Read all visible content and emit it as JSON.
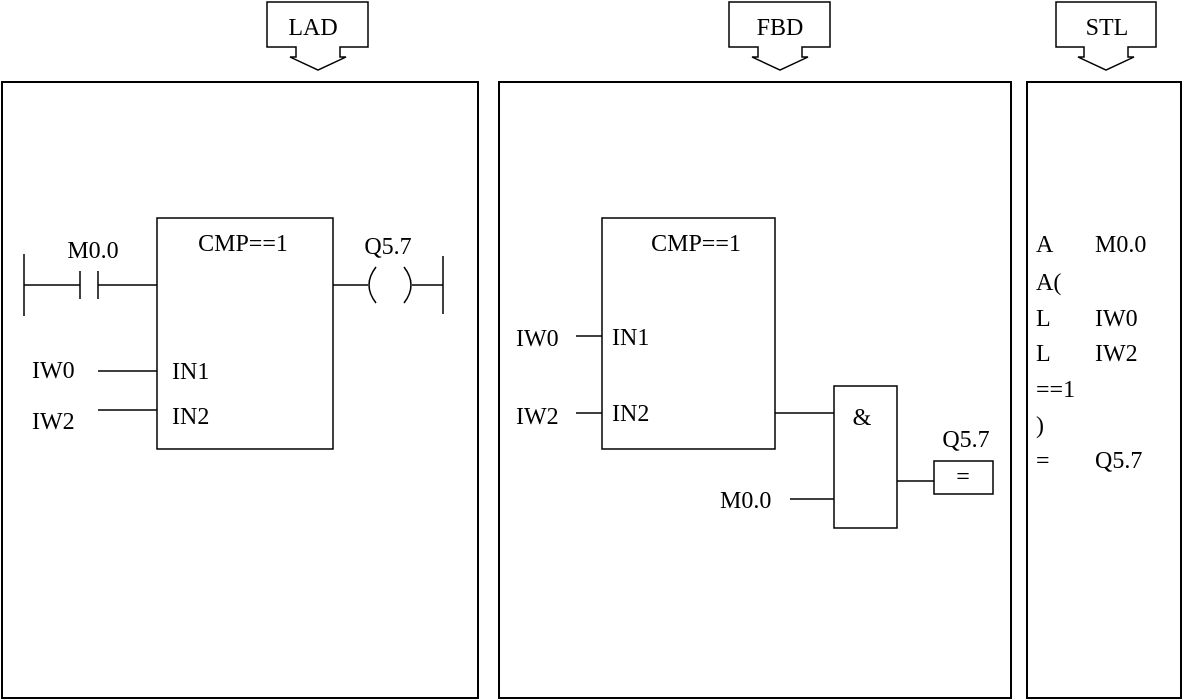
{
  "headers": {
    "lad": "LAD",
    "fbd": "FBD",
    "stl": "STL"
  },
  "lad": {
    "contact_label": "M0.0",
    "block_title": "CMP==1",
    "coil_label": "Q5.7",
    "input1_name": "IW0",
    "input2_name": "IW2",
    "pin1_label": "IN1",
    "pin2_label": "IN2"
  },
  "fbd": {
    "block_title": "CMP==1",
    "input1_name": "IW0",
    "input2_name": "IW2",
    "pin1_label": "IN1",
    "pin2_label": "IN2",
    "and_symbol": "&",
    "and_input_name": "M0.0",
    "output_label": "Q5.7",
    "assign_symbol": "="
  },
  "stl": {
    "lines": [
      {
        "op": "A",
        "operand": "M0.0"
      },
      {
        "op": "A(",
        "operand": ""
      },
      {
        "op": "L",
        "operand": "IW0"
      },
      {
        "op": "L",
        "operand": "IW2"
      },
      {
        "op": "==1",
        "operand": ""
      },
      {
        "op": ")",
        "operand": ""
      },
      {
        "op": "=",
        "operand": "Q5.7"
      }
    ]
  }
}
